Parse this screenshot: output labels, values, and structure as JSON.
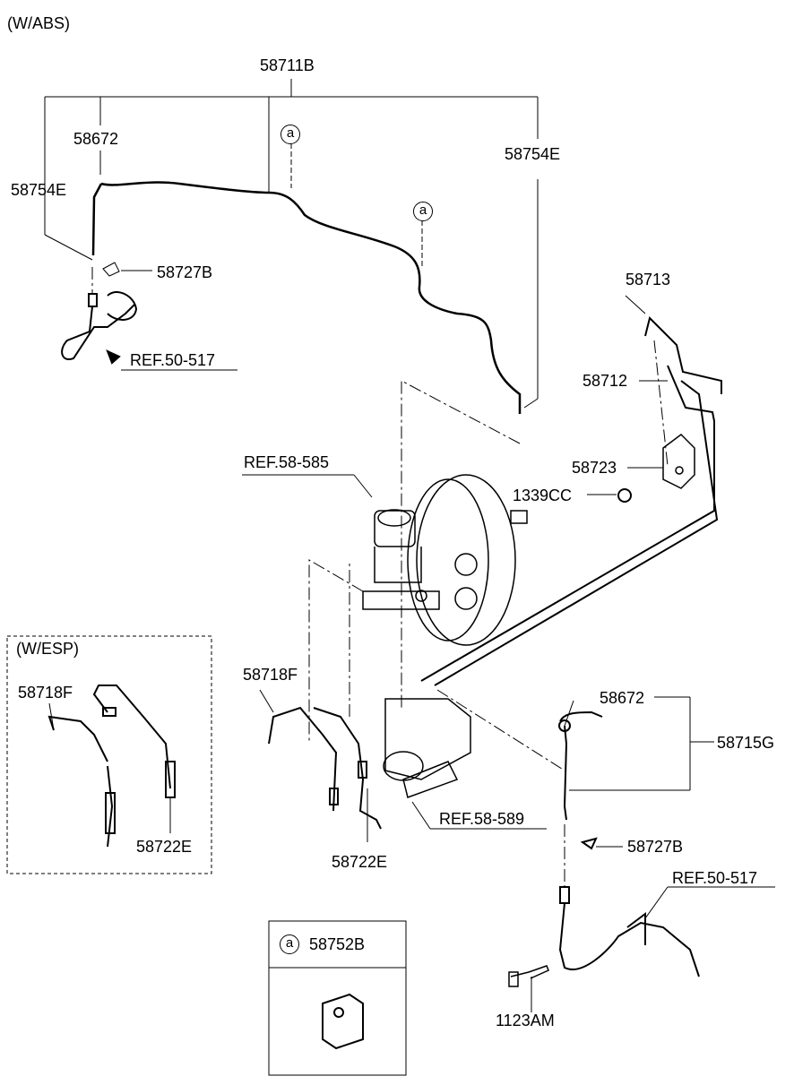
{
  "variant_abs": "(W/ABS)",
  "variant_esp": "(W/ESP)",
  "callout_marker": "a",
  "labels": {
    "assembly_main": "58711B",
    "clip_left": "58672",
    "hose_left": "58754E",
    "hose_right": "58754E",
    "bracket_left": "58727B",
    "ref_left_front": "REF.50-517",
    "tube_58713": "58713",
    "tube_58712": "58712",
    "ref_master_cyl": "REF.58-585",
    "bracket_58723": "58723",
    "nut_1339cc": "1339CC",
    "esp_tube": "58718F",
    "tube_center": "58718F",
    "clip_right": "58672",
    "assembly_right": "58715G",
    "ref_hecu": "REF.58-589",
    "esp_hose": "58722E",
    "hose_center": "58722E",
    "bracket_right": "58727B",
    "ref_right_front": "REF.50-517",
    "bolt_1123am": "1123AM"
  },
  "legend_box": {
    "marker": "a",
    "part": "58752B"
  }
}
